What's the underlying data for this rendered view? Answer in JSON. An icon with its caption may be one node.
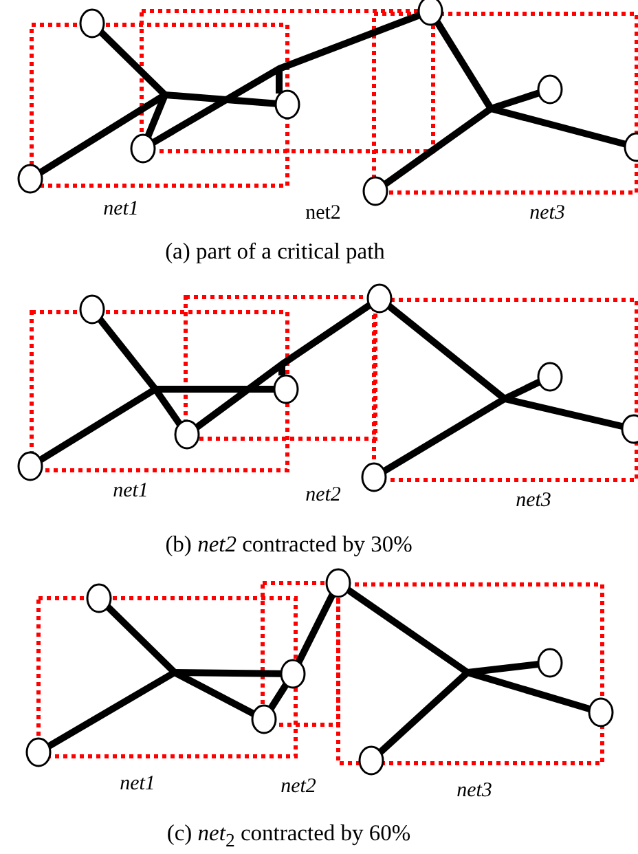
{
  "diagram": {
    "labels": [
      "net1",
      "net2",
      "net3",
      "(a) part of a critical path",
      "net1",
      "net2",
      "net3",
      "(b) *net2* contracted by 30%",
      "net1",
      "net2",
      "net3",
      "(c) *net*$_{2}$ contracted by 60%"
    ]
  }
}
